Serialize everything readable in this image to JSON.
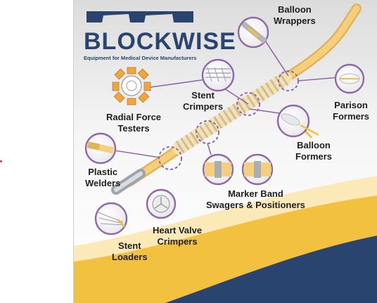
{
  "brand": {
    "name": "BLOCKWISE",
    "tagline": "Equipment for Medical Device Manufacturers"
  },
  "labels": {
    "balloon_wrappers": [
      "Balloon",
      "Wrappers"
    ],
    "stent_crimpers": [
      "Stent",
      "Crimpers"
    ],
    "radial_force_testers": [
      "Radial Force",
      "Testers"
    ],
    "parison_formers": [
      "Parison",
      "Formers"
    ],
    "balloon_formers": [
      "Balloon",
      "Formers"
    ],
    "plastic_welders": [
      "Plastic",
      "Welders"
    ],
    "marker_band": [
      "Marker Band",
      "Swagers & Positioners"
    ],
    "heart_valve_crimpers": [
      "Heart Valve",
      "Crimpers"
    ],
    "stent_loaders": [
      "Stent",
      "Loaders"
    ]
  },
  "colors": {
    "navy": "#2a4470",
    "gold": "#f2c140",
    "catheter": "#f5cf7a",
    "ring": "#8e6aa7"
  }
}
